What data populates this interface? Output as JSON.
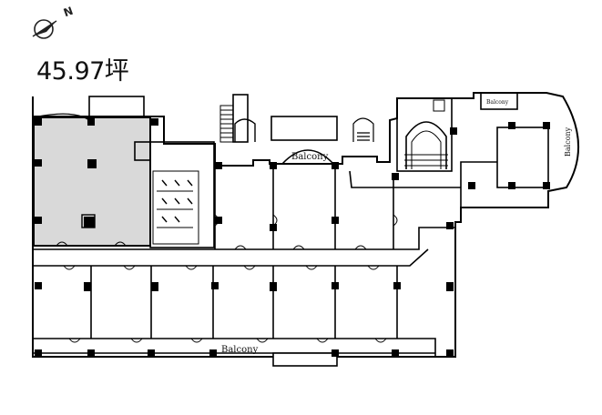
{
  "floor_plan": {
    "area_label": "45.97坪",
    "compass_label": "N",
    "balcony_labels": [
      "Balcony",
      "Balcony",
      "Balcony",
      "Balcony"
    ],
    "highlighted_unit": "leased-area",
    "colors": {
      "highlight_fill": "#d9d9d9",
      "wall": "#000000",
      "background": "#ffffff"
    },
    "icons": [
      "compass-icon",
      "stair-icon",
      "elevator-icon",
      "door-swing-icon",
      "column-icon"
    ]
  }
}
